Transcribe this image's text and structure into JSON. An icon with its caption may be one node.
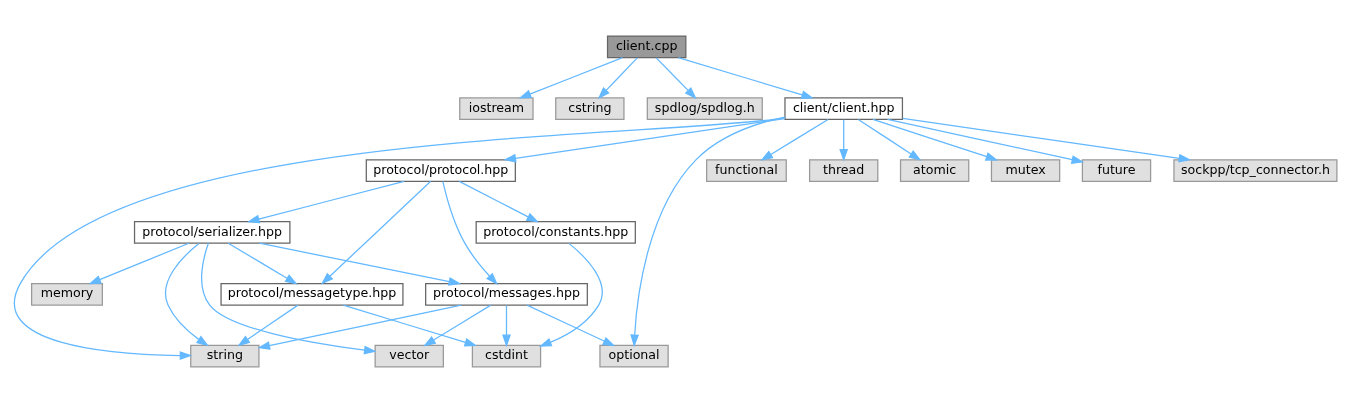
{
  "diagram": {
    "nodes": [
      {
        "text": [
          "client.cpp"
        ]
      },
      {
        "text": [
          "iostream"
        ]
      },
      {
        "text": [
          "cstring"
        ]
      },
      {
        "text": [
          "spdlog/spdlog.h"
        ]
      },
      {
        "text": [
          "client/client.hpp"
        ]
      },
      {
        "text": [
          "protocol/protocol.hpp"
        ]
      },
      {
        "text": [
          "functional"
        ]
      },
      {
        "text": [
          "thread"
        ]
      },
      {
        "text": [
          "atomic"
        ]
      },
      {
        "text": [
          "mutex"
        ]
      },
      {
        "text": [
          "future"
        ]
      },
      {
        "text": [
          "sockpp/tcp_connector.h"
        ]
      },
      {
        "text": [
          "protocol/serializer.hpp"
        ]
      },
      {
        "text": [
          "protocol/constants.hpp"
        ]
      },
      {
        "text": [
          "memory"
        ]
      },
      {
        "text": [
          "protocol/messagetype.hpp"
        ]
      },
      {
        "text": [
          "protocol/messages.hpp"
        ]
      },
      {
        "text": [
          "string"
        ]
      },
      {
        "text": [
          "vector"
        ]
      },
      {
        "text": [
          "cstdint"
        ]
      },
      {
        "text": [
          "optional"
        ]
      }
    ],
    "edges": [
      {
        "from": 0,
        "to": 1,
        "arrow": "to"
      },
      {
        "from": 0,
        "to": 2,
        "arrow": "to"
      },
      {
        "from": 0,
        "to": 3,
        "arrow": "to"
      },
      {
        "from": 0,
        "to": 4,
        "arrow": "to"
      },
      {
        "from": 4,
        "to": 17,
        "arrow": "to"
      },
      {
        "from": 4,
        "to": 5,
        "arrow": "to"
      },
      {
        "from": 4,
        "to": 20,
        "arrow": "to"
      },
      {
        "from": 4,
        "to": 6,
        "arrow": "to"
      },
      {
        "from": 4,
        "to": 7,
        "arrow": "to"
      },
      {
        "from": 4,
        "to": 8,
        "arrow": "to"
      },
      {
        "from": 4,
        "to": 9,
        "arrow": "to"
      },
      {
        "from": 4,
        "to": 10,
        "arrow": "to"
      },
      {
        "from": 4,
        "to": 11,
        "arrow": "to"
      },
      {
        "from": 5,
        "to": 12,
        "arrow": "to"
      },
      {
        "from": 5,
        "to": 15,
        "arrow": "to"
      },
      {
        "from": 5,
        "to": 16,
        "arrow": "to"
      },
      {
        "from": 5,
        "to": 13,
        "arrow": "to"
      },
      {
        "from": 12,
        "to": 17,
        "arrow": "to"
      },
      {
        "from": 12,
        "to": 14,
        "arrow": "to"
      },
      {
        "from": 12,
        "to": 18,
        "arrow": "to"
      },
      {
        "from": 12,
        "to": 15,
        "arrow": "to"
      },
      {
        "from": 12,
        "to": 16,
        "arrow": "to"
      },
      {
        "from": 13,
        "to": 19,
        "arrow": "to"
      },
      {
        "from": 15,
        "to": 17,
        "arrow": "to"
      },
      {
        "from": 15,
        "to": 19,
        "arrow": "to"
      },
      {
        "from": 16,
        "to": 17,
        "arrow": "to"
      },
      {
        "from": 16,
        "to": 18,
        "arrow": "to"
      },
      {
        "from": 16,
        "to": 19,
        "arrow": "to"
      },
      {
        "from": 16,
        "to": 20,
        "arrow": "to"
      }
    ]
  }
}
